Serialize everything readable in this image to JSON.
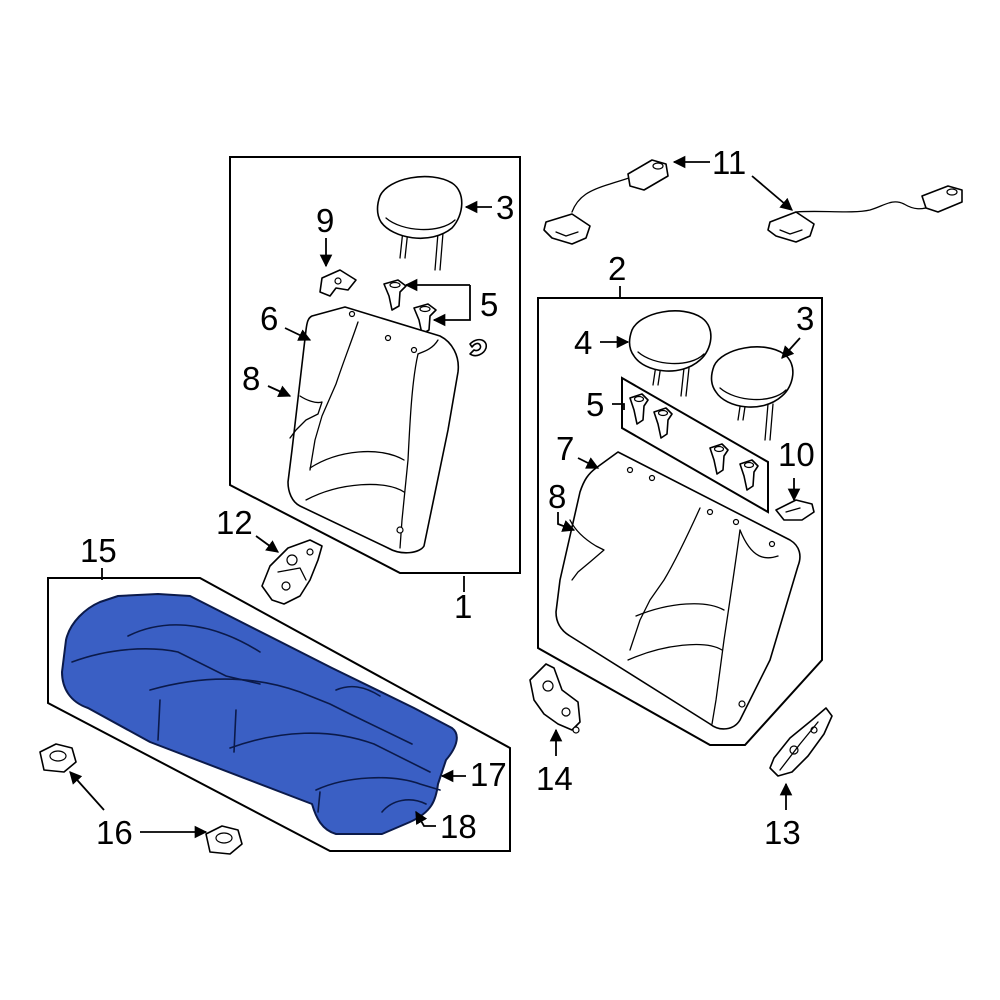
{
  "colors": {
    "highlight": "#3a5fc4",
    "line": "#000000",
    "background": "#ffffff"
  },
  "callouts": {
    "c1": "1",
    "c2": "2",
    "c3a": "3",
    "c3b": "3",
    "c4": "4",
    "c5a": "5",
    "c5b": "5",
    "c6": "6",
    "c7": "7",
    "c8a": "8",
    "c8b": "8",
    "c9": "9",
    "c10": "10",
    "c11": "11",
    "c12": "12",
    "c13": "13",
    "c14": "14",
    "c15": "15",
    "c16": "16",
    "c17": "17",
    "c18": "18"
  }
}
